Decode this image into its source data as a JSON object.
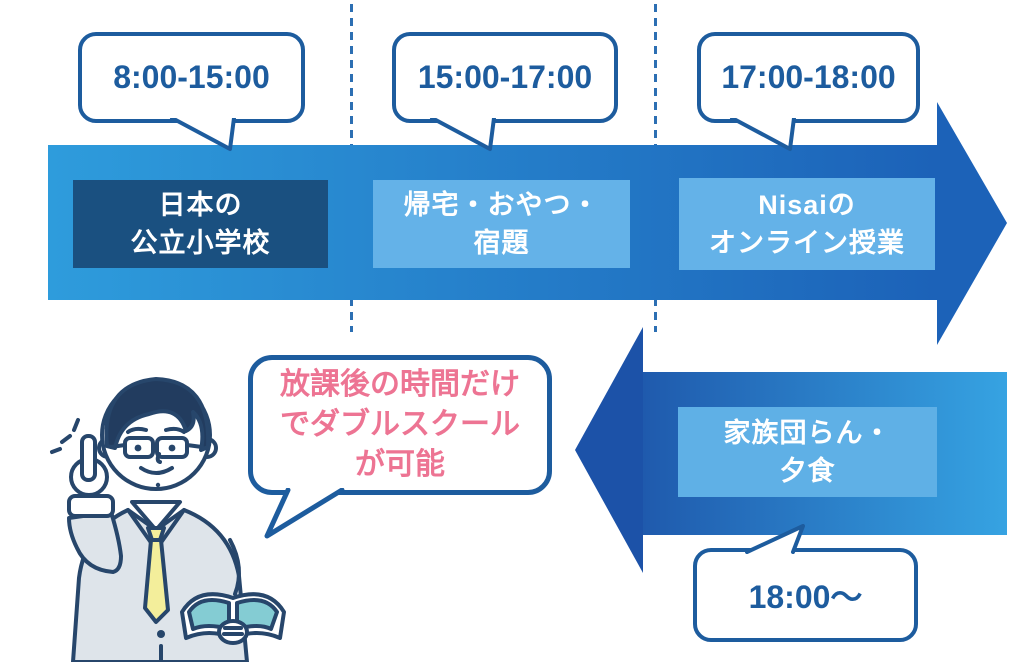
{
  "colors": {
    "band_top_left": "#2E9CDC",
    "band_top_right": "#1C62B8",
    "band_bottom_left": "#1F5AAD",
    "band_bottom_right": "#36A3E2",
    "arrow_right": "#1C62B8",
    "arrow_left": "#1C52A8",
    "box_dark": "#1A5080",
    "box_light": "#64B2E8",
    "box_family": "#5FB0E6",
    "bubble_border": "#1D5C9E",
    "time_text": "#1D5C9E",
    "accent_pink": "#ED7493",
    "dashed_line": "#2C6FB3",
    "figure_outline": "#27466B",
    "figure_hair": "#223C5F",
    "figure_suit": "#DEE4EA",
    "figure_tie": "#F3EE9B",
    "figure_book": "#84CCD3"
  },
  "timeline": {
    "direction": "left-to-right",
    "segments": [
      {
        "time": "8:00-15:00",
        "line1": "日本の",
        "line2": "公立小学校"
      },
      {
        "time": "15:00-17:00",
        "line1": "帰宅・おやつ・",
        "line2": "宿題"
      },
      {
        "time": "17:00-18:00",
        "line1": "Nisaiの",
        "line2": "オンライン授業"
      }
    ]
  },
  "evening": {
    "direction": "right-to-left",
    "time": "18:00〜",
    "line1": "家族団らん・",
    "line2": "夕食"
  },
  "callout": {
    "line1": "放課後の時間だけ",
    "line2": "でダブルスクール",
    "line3": "が可能"
  }
}
